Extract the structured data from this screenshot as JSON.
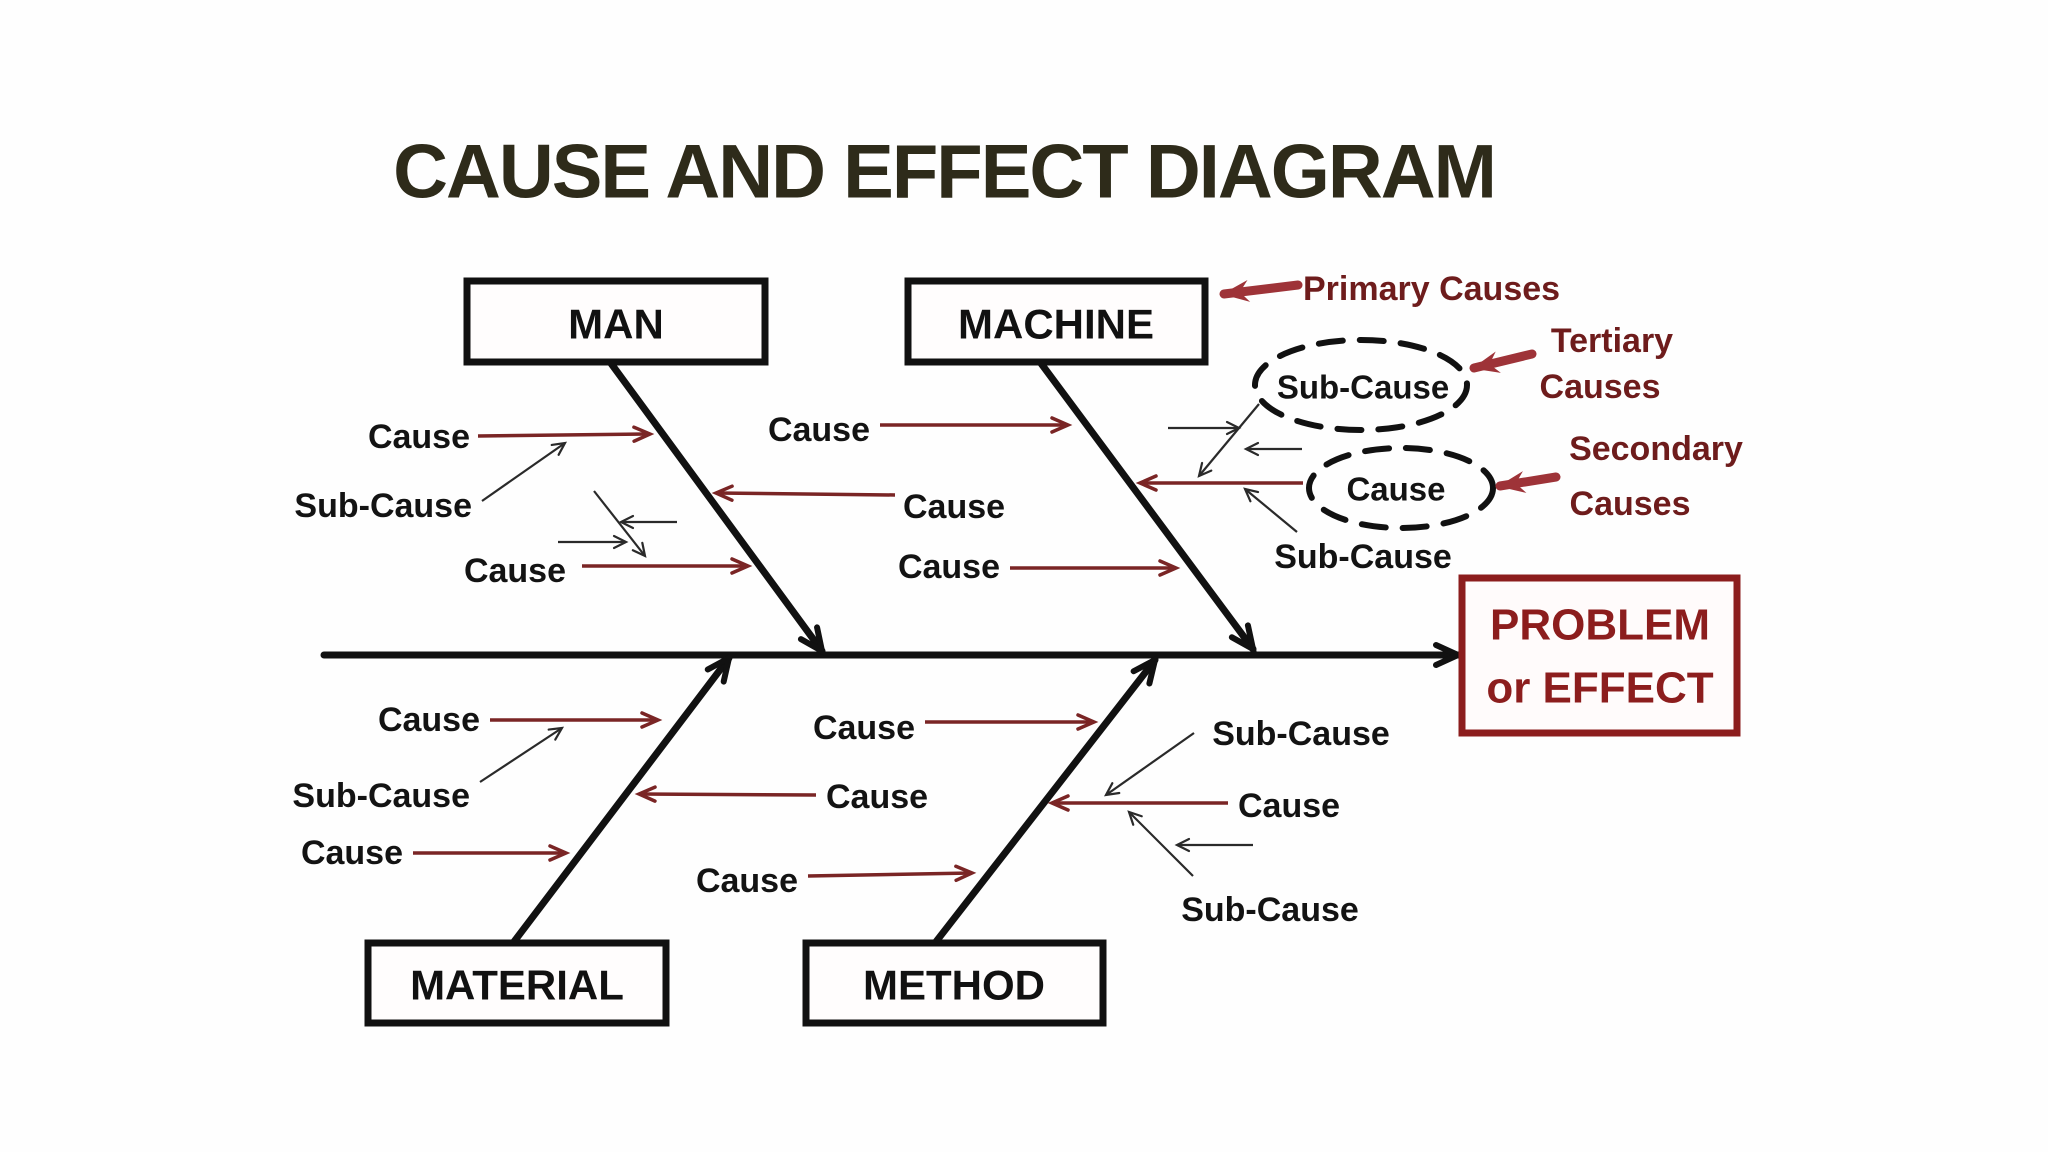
{
  "title": "CAUSE AND EFFECT DIAGRAM",
  "boxes": {
    "man": "MAN",
    "machine": "MACHINE",
    "material": "MATERIAL",
    "method": "METHOD"
  },
  "effect_box": {
    "line1": "PROBLEM",
    "line2": "or EFFECT"
  },
  "labels": {
    "cause": "Cause",
    "sub_cause": "Sub-Cause"
  },
  "annotations": {
    "primary": "Primary Causes",
    "tertiary": {
      "line1": "Tertiary",
      "line2": "Causes"
    },
    "secondary": {
      "line1": "Secondary",
      "line2": "Causes"
    }
  },
  "colors": {
    "background": "#fefefe",
    "title": "#2e2b1a",
    "bone": "#111111",
    "cause_arrow": "#7a2525",
    "annotation_arrow": "#9e3338",
    "annotation_text": "#6e1c1c",
    "effect": "#8c1d1d",
    "label_text": "#131313"
  }
}
